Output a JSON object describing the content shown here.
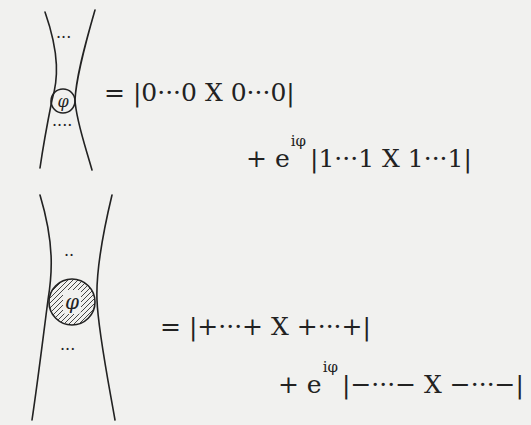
{
  "diagram": {
    "nodes": [
      {
        "text": [
          "φ"
        ]
      },
      {
        "text": [
          "φ"
        ]
      }
    ],
    "labels": [
      "···",
      "····",
      "= |0···0 X 0···0|",
      "+ e",
      "iφ",
      "|1···1 X 1···1|",
      "··",
      "···",
      "= |+···+ X +···+|",
      "+ e",
      "iφ",
      "|−···− X −···−|"
    ]
  }
}
